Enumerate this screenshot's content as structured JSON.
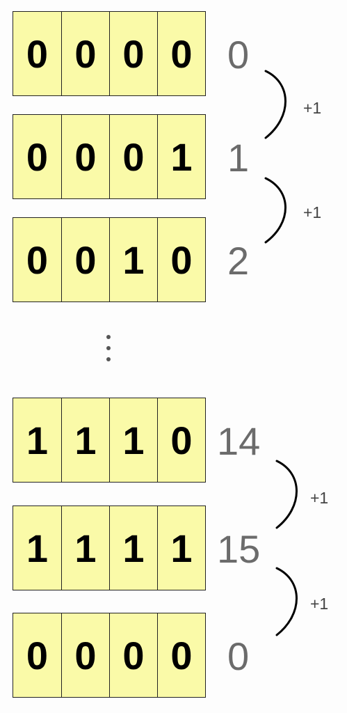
{
  "rows": [
    {
      "bits": [
        "0",
        "0",
        "0",
        "0"
      ],
      "decimal": "0"
    },
    {
      "bits": [
        "0",
        "0",
        "0",
        "1"
      ],
      "decimal": "1"
    },
    {
      "bits": [
        "0",
        "0",
        "1",
        "0"
      ],
      "decimal": "2"
    },
    {
      "bits": [
        "1",
        "1",
        "1",
        "0"
      ],
      "decimal": "14"
    },
    {
      "bits": [
        "1",
        "1",
        "1",
        "1"
      ],
      "decimal": "15"
    },
    {
      "bits": [
        "0",
        "0",
        "0",
        "0"
      ],
      "decimal": "0"
    }
  ],
  "increments": [
    "+1",
    "+1",
    "+1",
    "+1"
  ],
  "ellipsis": "vertical-ellipsis-icon"
}
